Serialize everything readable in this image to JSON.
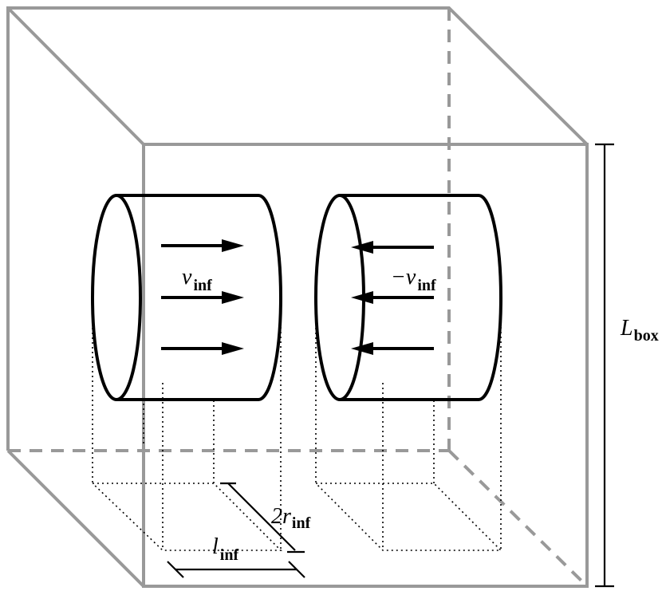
{
  "labels": {
    "v_main": "v",
    "v_sub": "inf",
    "neg_v_main": "−v",
    "neg_v_sub": "inf",
    "l_box_main": "L",
    "l_box_sub": "box",
    "r_main": "2r",
    "r_sub": "inf",
    "l_main": "l",
    "l_sub": "inf"
  },
  "colors": {
    "box_edges": "#999999",
    "cylinders": "#000000"
  }
}
